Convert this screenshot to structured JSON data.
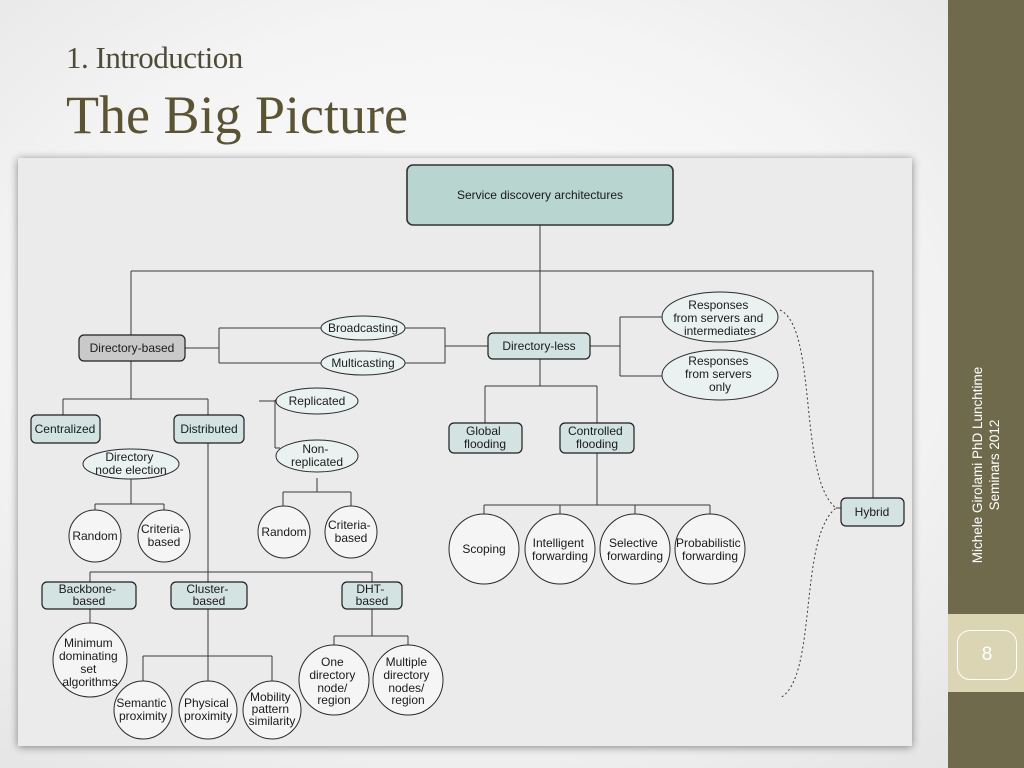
{
  "slide": {
    "subtitle": "1. Introduction",
    "title": "The Big Picture",
    "sidebar_line1": "Michele Girolami PhD Lunchtime",
    "sidebar_line2": "Seminars 2012",
    "page_number": "8"
  },
  "diagram": {
    "root": "Service discovery architectures",
    "directory_based": {
      "label": "Directory-based",
      "centralized": "Centralized",
      "distributed": "Distributed",
      "replicated": "Replicated",
      "non_replicated": [
        "Non-",
        "replicated"
      ],
      "node_election": [
        "Directory",
        "node election"
      ],
      "election_random": "Random",
      "election_criteria": [
        "Criteria-",
        "based"
      ],
      "repl_random": "Random",
      "repl_criteria": [
        "Criteria-",
        "based"
      ],
      "backbone": [
        "Backbone-",
        "based"
      ],
      "cluster": [
        "Cluster-",
        "based"
      ],
      "dht": [
        "DHT-",
        "based"
      ],
      "min_dom_set": [
        "Minimum",
        "dominating",
        "set",
        "algorithms"
      ],
      "semantic": [
        "Semantic",
        "proximity"
      ],
      "physical": [
        "Physical",
        "proximity"
      ],
      "mobility": [
        "Mobility",
        "pattern",
        "similarity"
      ],
      "one_dir": [
        "One",
        "directory",
        "node/",
        "region"
      ],
      "multi_dir": [
        "Multiple",
        "directory",
        "nodes/",
        "region"
      ]
    },
    "broadcasting": "Broadcasting",
    "multicasting": "Multicasting",
    "directory_less": {
      "label": "Directory-less",
      "responses_intermediates": [
        "Responses",
        "from servers and",
        "intermediates"
      ],
      "responses_servers": [
        "Responses",
        "from servers",
        "only"
      ],
      "global_flooding": [
        "Global",
        "flooding"
      ],
      "controlled_flooding": [
        "Controlled",
        "flooding"
      ],
      "scoping": "Scoping",
      "intelligent": [
        "Intelligent",
        "forwarding"
      ],
      "selective": [
        "Selective",
        "forwarding"
      ],
      "probabilistic": [
        "Probabilistic",
        "forwarding"
      ]
    },
    "hybrid": "Hybrid"
  }
}
